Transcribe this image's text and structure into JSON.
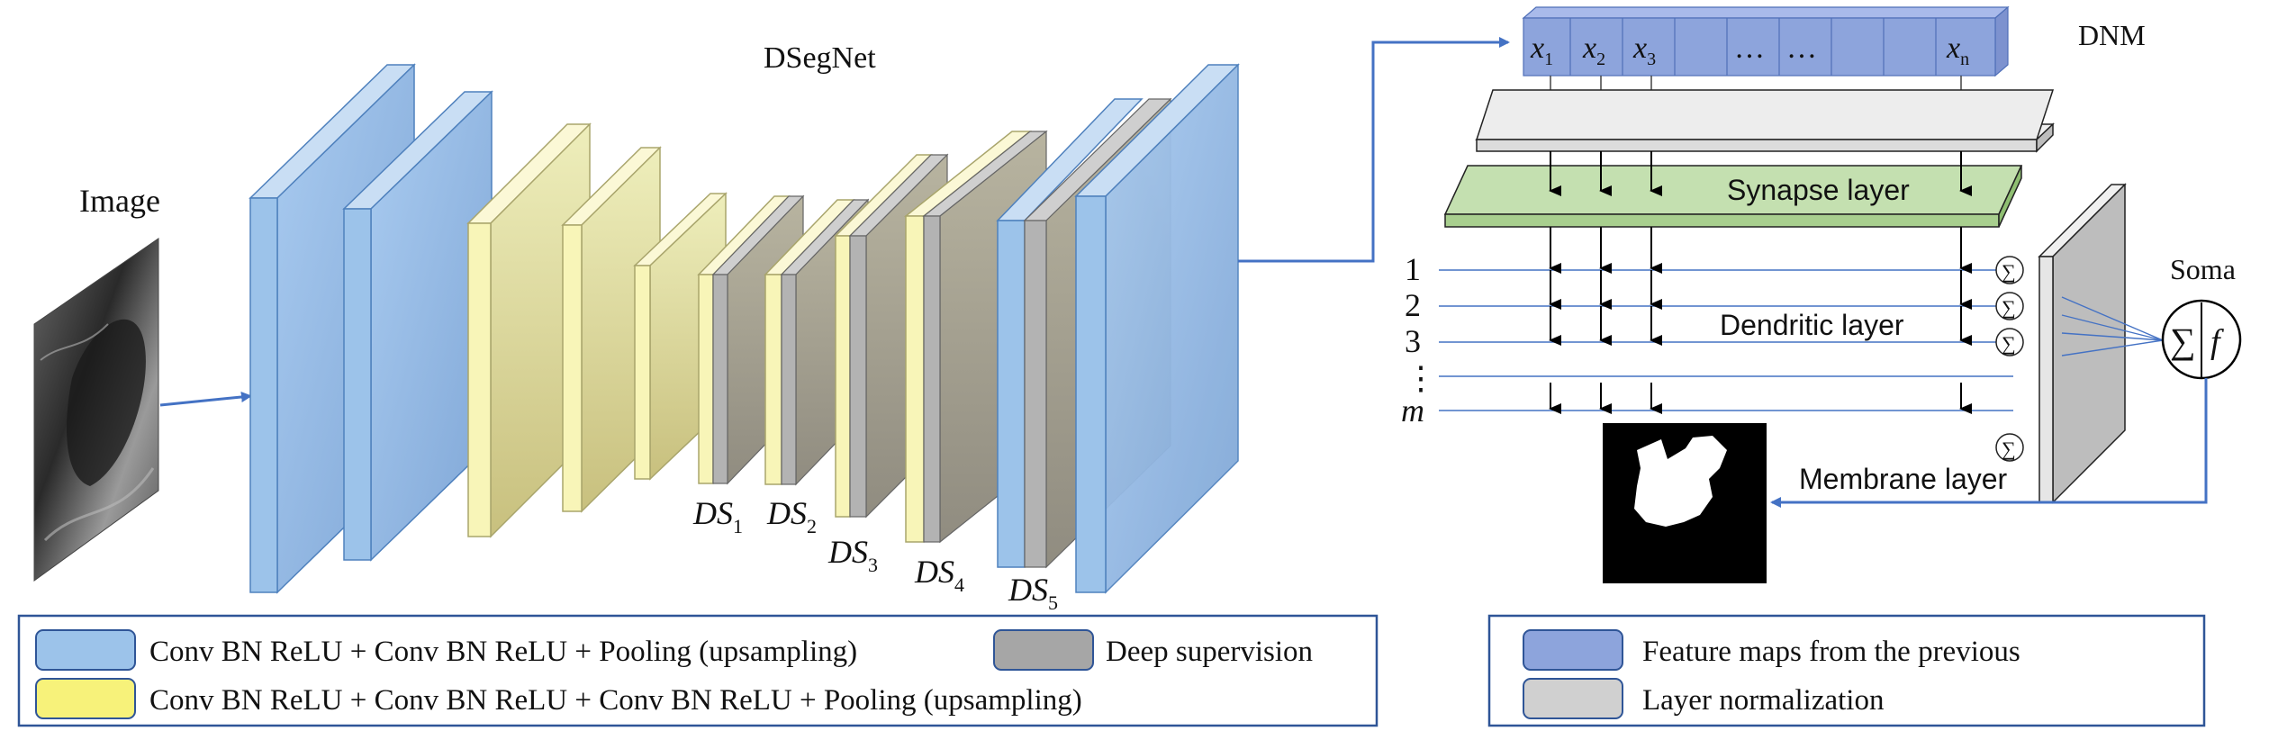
{
  "diagram": {
    "title": "DSegNet",
    "dnm_title": "DNM",
    "image_label": "Image",
    "soma_label": "Soma",
    "sum_symbol": "∑",
    "soma_func": "f",
    "layers": {
      "synapse": "Synapse layer",
      "dendritic": "Dendritic layer",
      "membrane": "Membrane layer"
    },
    "inputs": [
      {
        "base": "x",
        "sub": "1"
      },
      {
        "base": "x",
        "sub": "2"
      },
      {
        "base": "x",
        "sub": "3"
      },
      {
        "base": "…",
        "sub": ""
      },
      {
        "base": "…",
        "sub": ""
      },
      {
        "base": "x",
        "sub": "n"
      }
    ],
    "dendrite_rows": [
      "1",
      "2",
      "3",
      "⋮",
      "m"
    ],
    "deep_supervision": [
      {
        "base": "DS",
        "sub": "1"
      },
      {
        "base": "DS",
        "sub": "2"
      },
      {
        "base": "DS",
        "sub": "3"
      },
      {
        "base": "DS",
        "sub": "4"
      },
      {
        "base": "DS",
        "sub": "5"
      }
    ],
    "legend_left": [
      "Conv BN ReLU + Conv BN ReLU + Pooling (upsampling)",
      "Deep supervision",
      "Conv BN ReLU + Conv BN ReLU + Conv BN ReLU + Pooling (upsampling)"
    ],
    "legend_right": [
      "Feature maps from the previous",
      "Layer normalization"
    ],
    "colors": {
      "blue": "#9cc3ea",
      "yellow": "#f3f0b6",
      "gray": "#b3b3b3",
      "feature": "#8da4dc",
      "norm": "#d9d9d9",
      "synapse": "#c4e0b0",
      "line": "#4472c4"
    }
  }
}
